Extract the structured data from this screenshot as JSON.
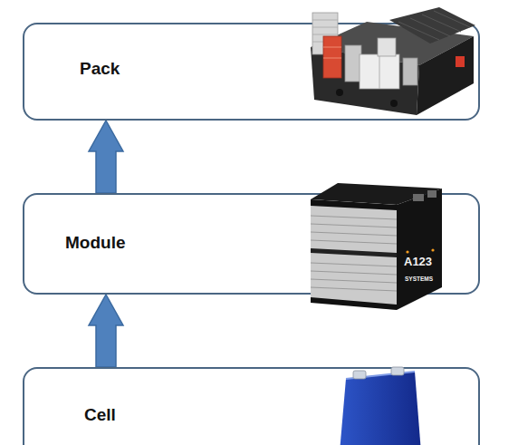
{
  "diagram": {
    "nodes": [
      {
        "text": [
          "Pack"
        ]
      },
      {
        "text": [
          "Module"
        ]
      },
      {
        "text": [
          "Cell"
        ]
      }
    ],
    "edges": [
      {
        "from": 2,
        "to": 1,
        "arrow": "to"
      },
      {
        "from": 1,
        "to": 0,
        "arrow": "to"
      }
    ],
    "labels": [
      "A123",
      "SYSTEMS"
    ]
  }
}
